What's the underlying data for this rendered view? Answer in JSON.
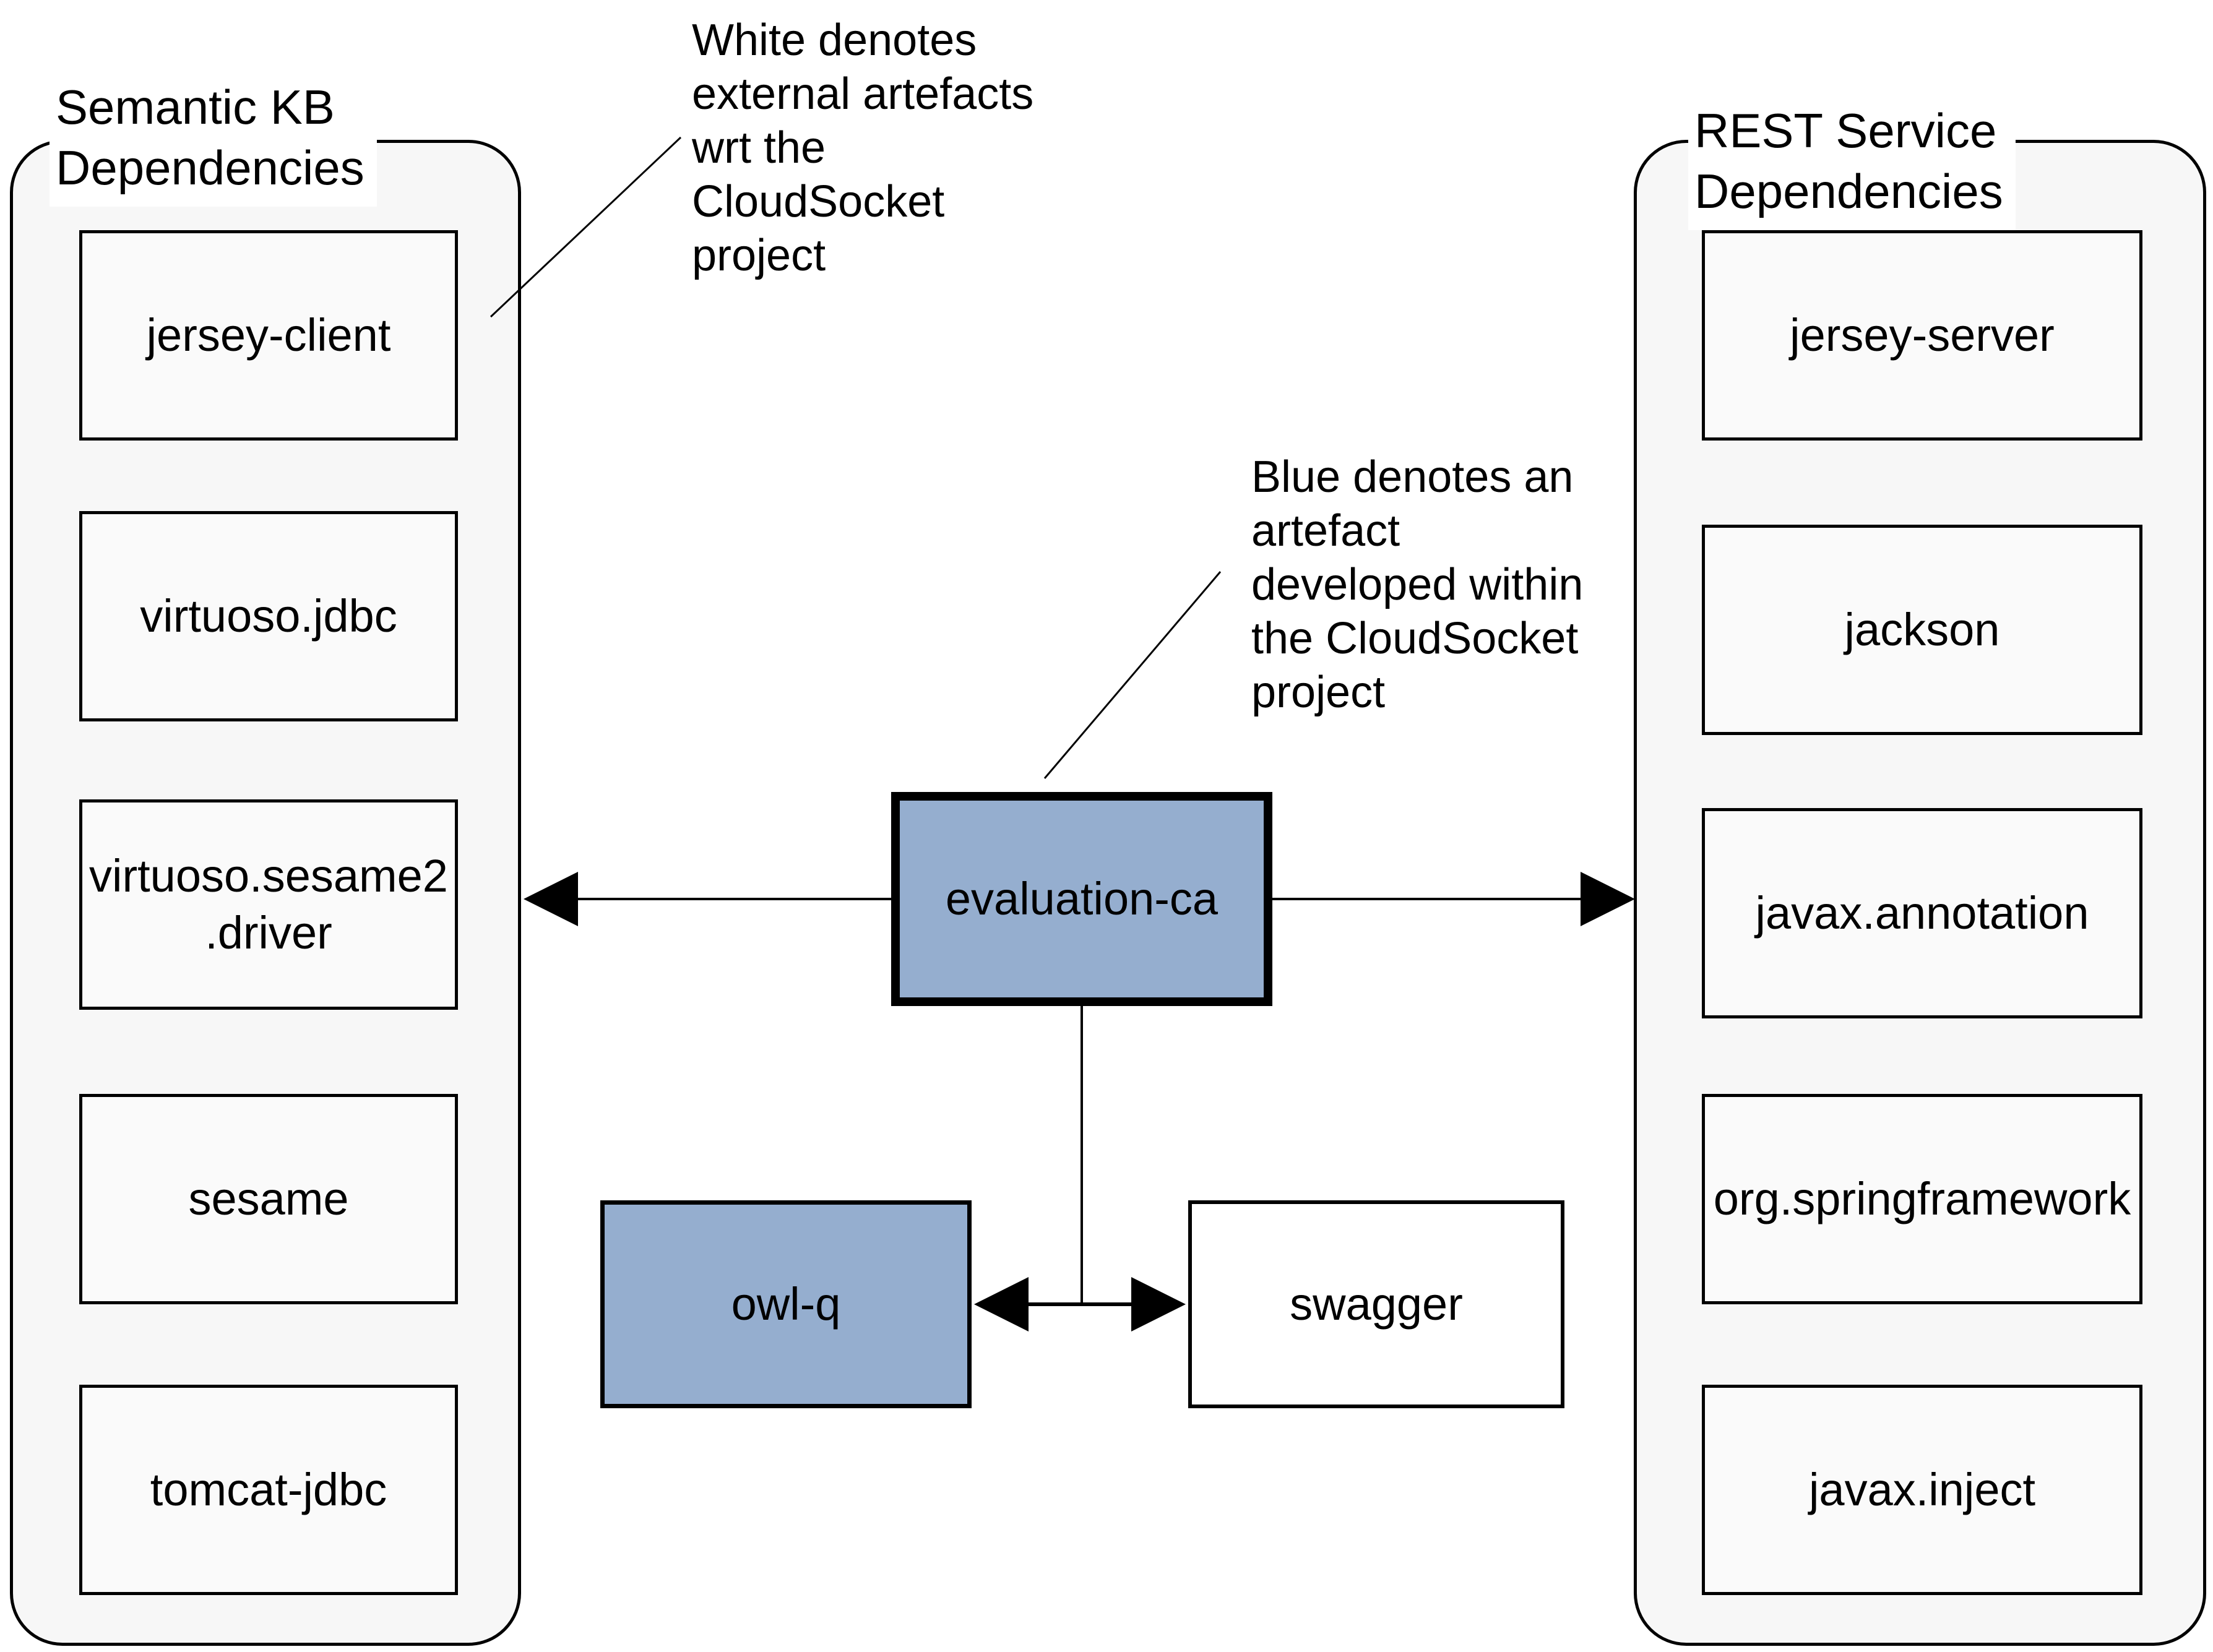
{
  "diagram": {
    "left_panel": {
      "title": "Semantic KB\nDependencies",
      "items": [
        "jersey-client",
        "virtuoso.jdbc",
        "virtuoso.sesame2\n.driver",
        "sesame",
        "tomcat-jdbc"
      ]
    },
    "right_panel": {
      "title": "REST Service\nDependencies",
      "items": [
        "jersey-server",
        "jackson",
        "javax.annotation",
        "org.springframework",
        "javax.inject"
      ]
    },
    "center_nodes": {
      "evaluation_ca": "evaluation-ca",
      "owl_q": "owl-q",
      "swagger": "swagger"
    },
    "annotations": {
      "white_note": "White denotes\nexternal artefacts\nwrt the\nCloudSocket\nproject",
      "blue_note": "Blue denotes an\nartefact\ndeveloped within\nthe CloudSocket\nproject"
    },
    "colors": {
      "developed_fill": "#95aecf",
      "external_fill": "#ffffff",
      "panel_fill": "#f7f7f7",
      "node_fill": "#fafafa",
      "stroke": "#000000"
    }
  }
}
